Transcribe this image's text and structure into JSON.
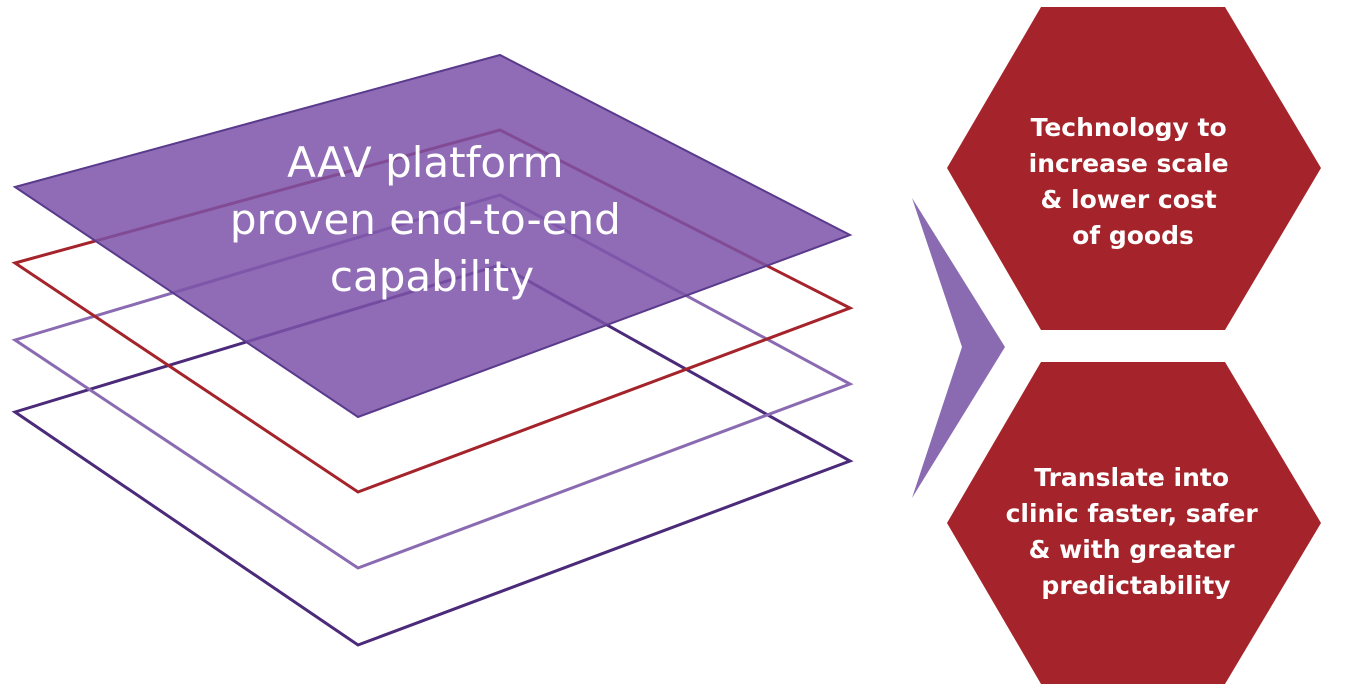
{
  "colors": {
    "platform_fill": "#8a6bb2",
    "platform_stroke": "#5a3a8c",
    "red_outline": "#a5232a",
    "purple_outline": "#8a6bb2",
    "dark_purple_outline": "#4b2a7a",
    "arrow": "#8a6bb2",
    "hexagon_fill": "#a5232a",
    "text": "#ffffff"
  },
  "platform": {
    "label_lines": [
      "AAV platform",
      "proven end-to-end",
      "capability"
    ]
  },
  "arrow": {
    "icon": "chevron-right-icon"
  },
  "outcomes": [
    {
      "label_lines": [
        "Technology to",
        "increase scale",
        "& lower cost",
        "of goods"
      ]
    },
    {
      "label_lines": [
        "Translate into",
        "clinic faster, safer",
        "& with greater",
        "predictability"
      ]
    }
  ]
}
